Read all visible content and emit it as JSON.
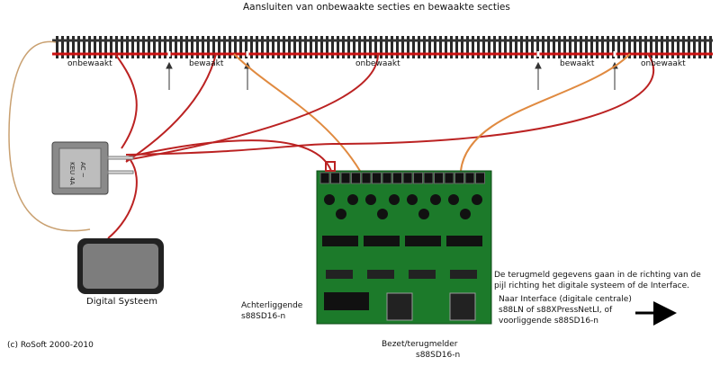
{
  "title": "Aansluiten van onbewaakte secties en bewaakte secties",
  "track_sections": [
    "onbewaakt",
    "bewaakt",
    "onbewaakt",
    "bewaakt",
    "onbewaakt"
  ],
  "device_labels": {
    "digital_system": "Digital Systeem",
    "rear_module_line1": "Achterliggende",
    "rear_module_line2": "s88SD16-n",
    "board_line1": "Bezet/terugmelder",
    "board_line2": "s88SD16-n"
  },
  "notes": {
    "direction_line1": "De terugmeld gegevens gaan in de richting van de",
    "direction_line2": "pijl richting het digitale systeem of de Interface.",
    "interface_line1": "Naar Interface (digitale centrale)",
    "interface_line2": "s88LN of s88XPressNetLI, of",
    "interface_line3": "voorliggende s88SD16-n"
  },
  "copyright": "(c) RoSoft 2000-2010",
  "transformer_text": {
    "line1": "KEU 4A",
    "line2": "AC ~"
  },
  "colors": {
    "rail": "#cc1111",
    "wire_red": "#bb2222",
    "wire_orange": "#e08a40",
    "wire_tan": "#c9a070",
    "board_green": "#1c7a2a",
    "sleeper": "#2a2a2a"
  }
}
